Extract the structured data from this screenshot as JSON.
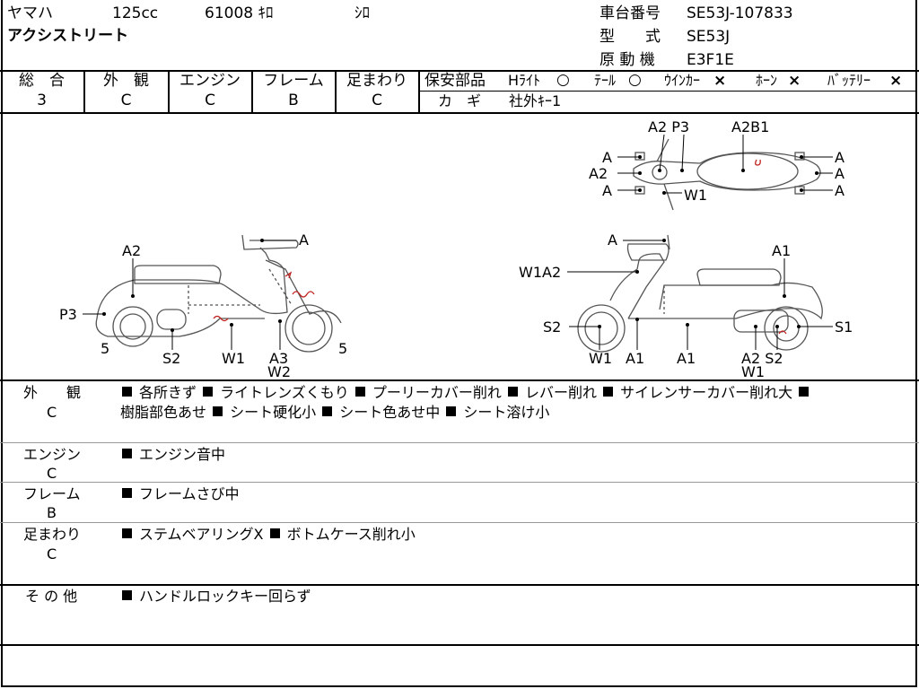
{
  "header": {
    "maker": "ヤマハ",
    "displacement": "125cc",
    "mileage": "61008 ｷﾛ",
    "color": "ｼﾛ",
    "model": "アクシストリート",
    "frame_no_label": "車台番号",
    "frame_no": "SE53J-107833",
    "type_label": "型　　式",
    "type_value": "SE53J",
    "engine_label": "原 動 機",
    "engine_value": "E3F1E"
  },
  "grades": [
    {
      "label": "総　合",
      "value": "3"
    },
    {
      "label": "外　観",
      "value": "C"
    },
    {
      "label": "エンジン",
      "value": "C"
    },
    {
      "label": "フレーム",
      "value": "B"
    },
    {
      "label": "足まわり",
      "value": "C"
    }
  ],
  "safety": {
    "label": "保安部品",
    "items": [
      {
        "name": "Hﾗｲﾄ",
        "mark": "○"
      },
      {
        "name": "ﾃｰﾙ",
        "mark": "○"
      },
      {
        "name": "ｳｲﾝｶｰ",
        "mark": "×"
      },
      {
        "name": "ﾎｰﾝ",
        "mark": "×"
      },
      {
        "name": "ﾊﾞｯﾃﾘｰ",
        "mark": "×"
      }
    ],
    "key_label": "カ　ギ",
    "key_value": "社外ｷｰ1"
  },
  "diagram_labels": {
    "left_a2": "A2",
    "left_a": "A",
    "left_p3": "P3",
    "left_5a": "5",
    "left_s2": "S2",
    "left_w1": "W1",
    "left_a3": "A3",
    "left_w2": "W2",
    "left_5b": "5",
    "top_a2p3": "A2 P3",
    "top_a2b1": "A2B1",
    "top_a_l1": "A",
    "top_a2_l": "A2",
    "top_a_l2": "A",
    "top_w1": "W1",
    "top_a_r1": "A",
    "top_a_r2": "A",
    "top_a_r3": "A",
    "right_a": "A",
    "right_a1": "A1",
    "right_w1a2": "W1A2",
    "right_s2": "S2",
    "right_s1": "S1",
    "right_w1": "W1",
    "right_a1b": "A1",
    "right_a1c": "A1",
    "right_a2s2": "A2 S2",
    "right_w1b": "W1"
  },
  "remarks": [
    {
      "label": "外　　観",
      "grade": "C",
      "items": [
        "各所きず",
        "ライトレンズくもり",
        "プーリーカバー削れ",
        "レバー削れ",
        "サイレンサーカバー削れ大",
        "樹脂部色あせ",
        "シート硬化小",
        "シート色あせ中",
        "シート溶け小"
      ]
    },
    {
      "label": "エンジン",
      "grade": "C",
      "items": [
        "エンジン音中"
      ]
    },
    {
      "label": "フレーム",
      "grade": "B",
      "items": [
        "フレームさび中"
      ]
    },
    {
      "label": "足まわり",
      "grade": "C",
      "items": [
        "ステムベアリングX",
        "ボトムケース削れ小"
      ]
    },
    {
      "label": "そ の 他",
      "grade": "",
      "items": [
        "ハンドルロックキー回らず"
      ]
    }
  ]
}
